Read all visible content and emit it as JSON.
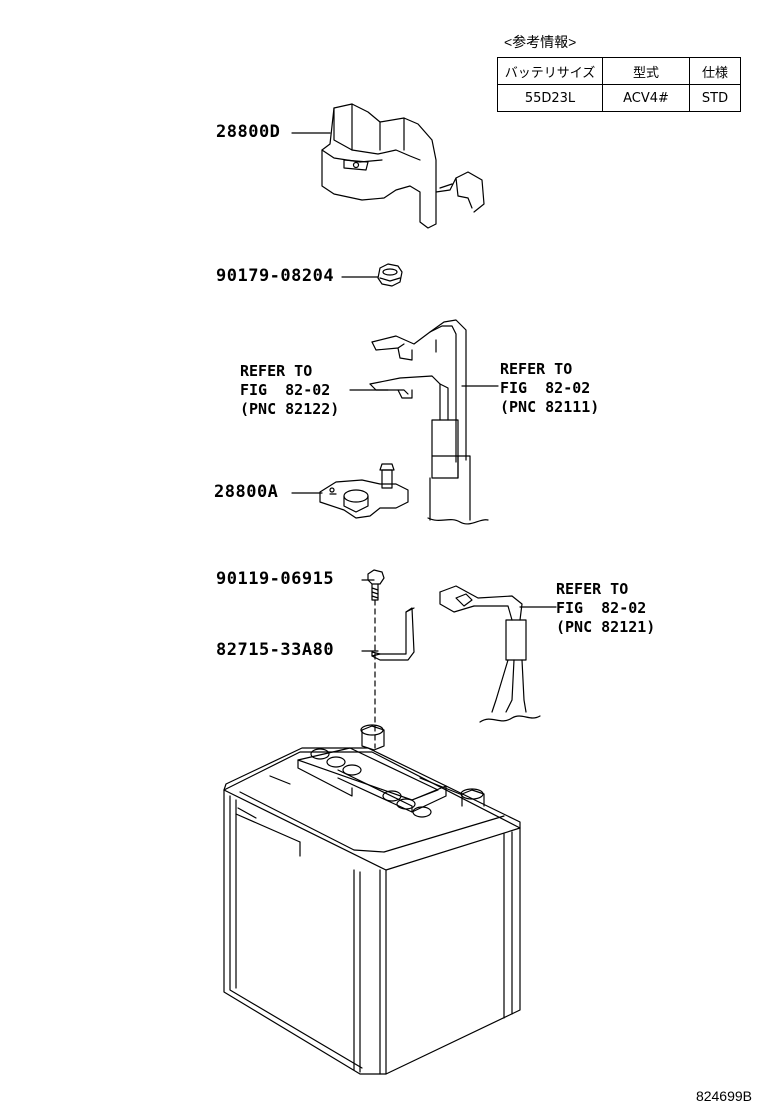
{
  "reference_info": {
    "caption": "<参考情報>",
    "headers": [
      "バッテリサイズ",
      "型式",
      "仕様"
    ],
    "row": [
      "55D23L",
      "ACV4#",
      "STD"
    ]
  },
  "parts": {
    "cover": "28800D",
    "nut": "90179-08204",
    "terminal": "28800A",
    "bolt": "90119-06915",
    "clamp": "82715-33A80"
  },
  "refs": {
    "left": "REFER TO\nFIG  82-02\n(PNC 82122)",
    "right": "REFER TO\nFIG  82-02\n(PNC 82111)",
    "lower": "REFER TO\nFIG  82-02\n(PNC 82121)"
  },
  "figure_code": "824699B"
}
